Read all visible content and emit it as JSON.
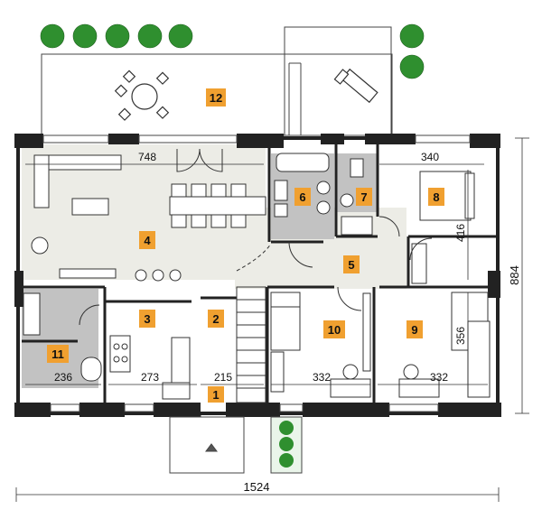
{
  "rooms": [
    {
      "label": "1"
    },
    {
      "label": "2"
    },
    {
      "label": "3"
    },
    {
      "label": "4"
    },
    {
      "label": "5"
    },
    {
      "label": "6"
    },
    {
      "label": "7"
    },
    {
      "label": "8"
    },
    {
      "label": "9"
    },
    {
      "label": "10"
    },
    {
      "label": "11"
    },
    {
      "label": "12"
    }
  ],
  "dimensions": {
    "d748": "748",
    "d340": "340",
    "d416": "416",
    "d356": "356",
    "d236": "236",
    "d273": "273",
    "d215": "215",
    "d332a": "332",
    "d332b": "332",
    "total_width": "1524",
    "total_depth": "884"
  },
  "colors": {
    "room_label_fill": "#f0a030",
    "wall": "#222222",
    "floor_light": "#ecece6",
    "floor_gray": "#bdbdbd",
    "tree": "#3a9a3a"
  }
}
